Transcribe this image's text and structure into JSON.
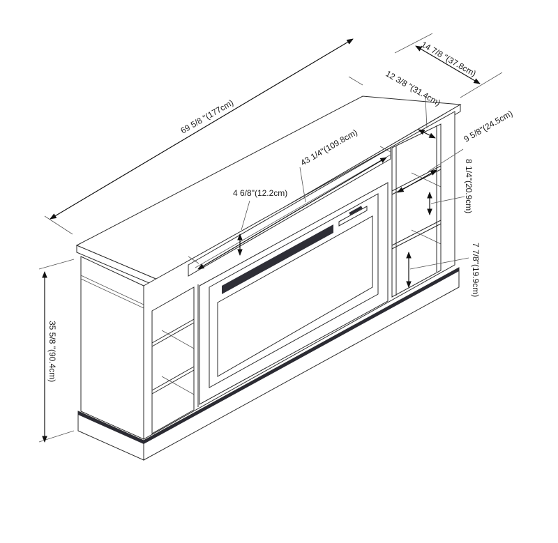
{
  "figure": {
    "subject": "Fireplace TV stand dimension diagram",
    "line_color": "#2a2a2a",
    "accent_dark": "#2b2b33",
    "background": "#ffffff"
  },
  "dimensions": {
    "overall_width": "69 5/8  \"(177cm)",
    "overall_depth": "14 7/8 \"(37.8cm)",
    "top_shelf_depth": "12 3/8 \"(31.4cm)",
    "center_opening_width": "43 1/4\"(109.8cm)",
    "center_opening_height": "4 6/8\"(12.2cm)",
    "side_shelf_depth": "9 5/8\"(24.5cm)",
    "upper_shelf_height": "8 1/4\"(20.9cm)",
    "lower_shelf_height": "7 7/8\"(19.9cm)",
    "overall_height": "35 5/8  \"(90.4cm)"
  },
  "components": {
    "fireplace_insert": "electric-fireplace-insert",
    "control_panel": "fireplace-control-panel",
    "heater_grille": "heater-grille",
    "left_shelves": 3,
    "right_shelves": 3,
    "base_trim": "dark-base-trim"
  }
}
